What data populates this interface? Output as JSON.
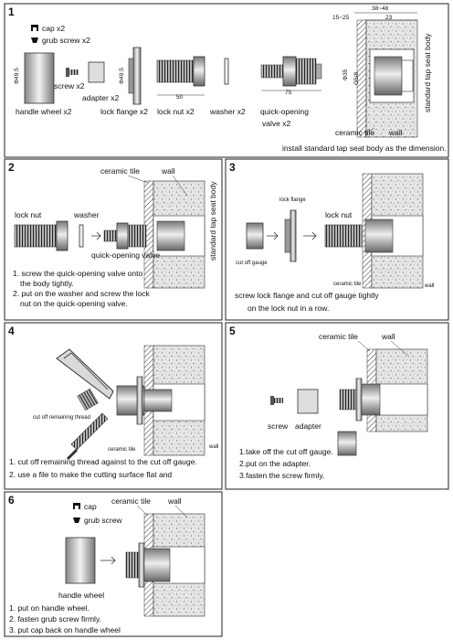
{
  "panel1": {
    "num": "1",
    "cap": "cap x2",
    "grub": "grub screw x2",
    "screw": "screw x2",
    "adapter": "adapter x2",
    "handle_wheel": "handle wheel x2",
    "lock_flange": "lock flange x2",
    "lock_nut": "lock nut x2",
    "washer": "washer x2",
    "quick1": "quick-opening",
    "quick2": "valve x2",
    "ceramic": "ceramic tile",
    "wall": "wall",
    "seat": "standard tap seat body",
    "install": "install standard tap seat body as the dimension.",
    "d_495a": "Φ49.5",
    "d_495b": "Φ49.5",
    "d_50": "50",
    "d_75": "75",
    "d_1525": "15~25",
    "d_3848": "38~48",
    "d_23": "23",
    "d_35": "Φ35",
    "d_g58": "G5/8"
  },
  "panel2": {
    "num": "2",
    "ceramic": "ceramic tile",
    "wall": "wall",
    "lock_nut": "lock nut",
    "washer": "washer",
    "quick": "quick-opening valve",
    "seat": "standard tap seat body",
    "s1a": "1. screw the quick-opening valve onto",
    "s1b": "the body tightly.",
    "s2a": "2. put on the washer and screw the lock",
    "s2b": "nut on the quick-opening valve."
  },
  "panel3": {
    "num": "3",
    "lock_flange": "lock flange",
    "lock_nut": "lock nut",
    "cut_off": "cut off gauge",
    "ceramic": "ceramic tile",
    "wall": "wall",
    "s1a": "screw lock flange and cut off gauge tightly",
    "s1b": "on the lock nut in a row."
  },
  "panel4": {
    "num": "4",
    "cut_remaining": "cut off remaining thread",
    "ceramic": "ceramic tile",
    "wall": "wall",
    "s1": "1. cut off remaining thread against to the cut off gauge.",
    "s2": "2. use a file to make the cutting surface flat and"
  },
  "panel5": {
    "num": "5",
    "ceramic": "ceramic tile",
    "wall": "wall",
    "screw": "screw",
    "adapter": "adapter",
    "s1": "1.take off the cut off gauge.",
    "s2": "2.put on the adapter.",
    "s3": "3.fasten the screw firmly."
  },
  "panel6": {
    "num": "6",
    "cap": "cap",
    "grub": "grub screw",
    "ceramic": "ceramic tile",
    "wall": "wall",
    "handle_wheel": "handle wheel",
    "s1": "1. put on handle wheel.",
    "s2": "2. fasten grub screw firmly.",
    "s3": "3. put cap back on handle wheel"
  }
}
